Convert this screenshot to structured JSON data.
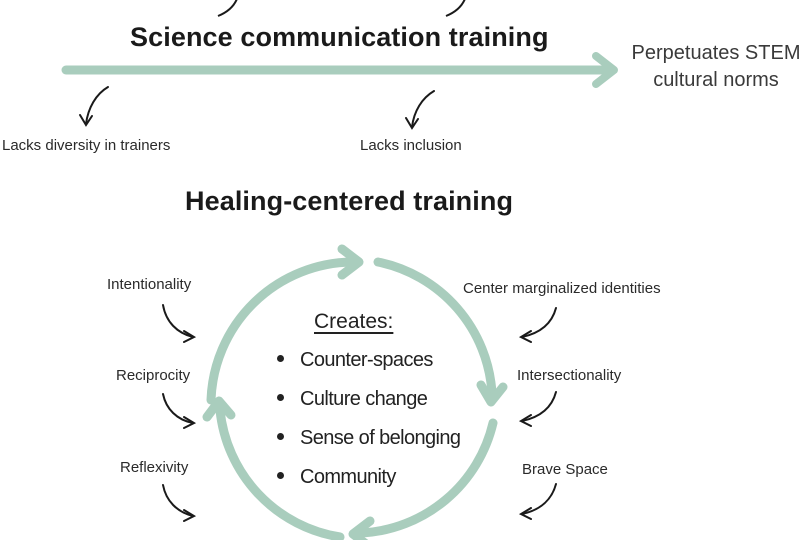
{
  "colors": {
    "accent": "#a9cdbd",
    "text": "#1a1a1a"
  },
  "top_diagram": {
    "title": "Science communication training",
    "outcome_line1": "Perpetuates STEM",
    "outcome_line2": "cultural norms",
    "issues": [
      "Lacks diversity in trainers",
      "Lacks inclusion"
    ]
  },
  "bottom_diagram": {
    "title": "Healing-centered training",
    "center_heading": "Creates:",
    "center_items": [
      "Counter-spaces",
      "Culture change",
      "Sense of belonging",
      "Community"
    ],
    "left_labels": [
      "Intentionality",
      "Reciprocity",
      "Reflexivity"
    ],
    "right_labels": [
      "Center marginalized identities",
      "Intersectionality",
      "Brave Space"
    ]
  }
}
